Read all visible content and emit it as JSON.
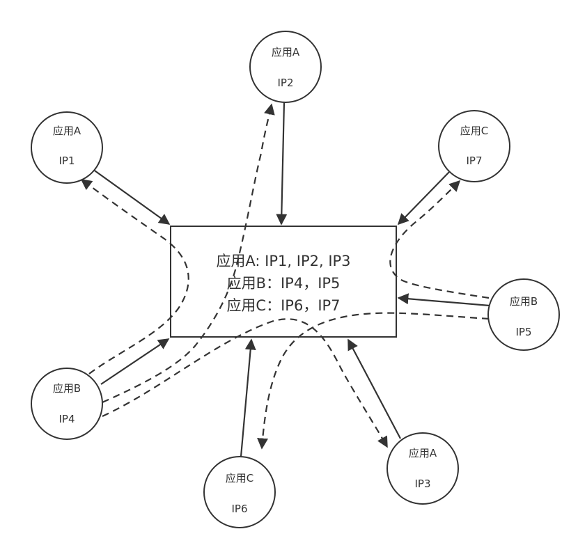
{
  "registry": {
    "lines": [
      "应用A: IP1, IP2, IP3",
      "应用B：IP4，IP5",
      "应用C：IP6，IP7"
    ]
  },
  "nodes": [
    {
      "id": "ip1",
      "app": "应用A",
      "ip": "IP1"
    },
    {
      "id": "ip2",
      "app": "应用A",
      "ip": "IP2"
    },
    {
      "id": "ip3",
      "app": "应用A",
      "ip": "IP3"
    },
    {
      "id": "ip4",
      "app": "应用B",
      "ip": "IP4"
    },
    {
      "id": "ip5",
      "app": "应用B",
      "ip": "IP5"
    },
    {
      "id": "ip6",
      "app": "应用C",
      "ip": "IP6"
    },
    {
      "id": "ip7",
      "app": "应用C",
      "ip": "IP7"
    }
  ],
  "colors": {
    "stroke": "#333333",
    "background": "#ffffff"
  }
}
